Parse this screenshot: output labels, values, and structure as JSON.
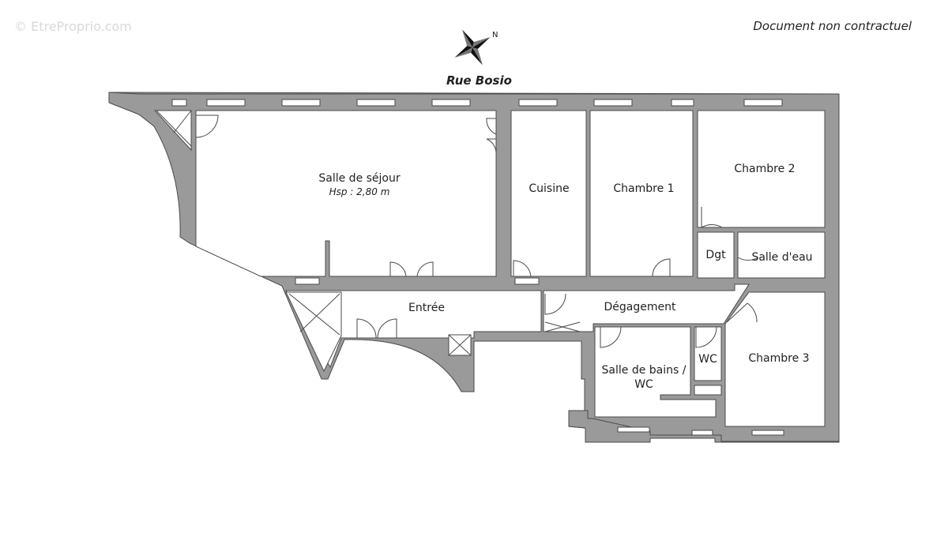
{
  "watermark": "© EtreProprio.com",
  "disclaimer": "Document non contractuel",
  "street": "Rue Bosio",
  "compass": {
    "north_label": "N",
    "icon": "compass-rose-icon"
  },
  "colors": {
    "wall": "#9a9a9a",
    "wall_stroke": "#4a4a4a",
    "floor": "#ffffff",
    "text": "#222222"
  },
  "rooms": {
    "sejour": {
      "name": "Salle de séjour",
      "height": "Hsp : 2,80 m"
    },
    "cuisine": {
      "name": "Cuisine"
    },
    "chambre1": {
      "name": "Chambre 1"
    },
    "chambre2": {
      "name": "Chambre 2"
    },
    "dgt": {
      "name": "Dgt"
    },
    "salle_eau": {
      "name": "Salle d'eau"
    },
    "entree": {
      "name": "Entrée"
    },
    "degagement": {
      "name": "Dégagement"
    },
    "bains_line1": {
      "name": "Salle de bains /"
    },
    "bains_line2": {
      "name": "WC"
    },
    "wc": {
      "name": "WC"
    },
    "chambre3": {
      "name": "Chambre 3"
    }
  }
}
